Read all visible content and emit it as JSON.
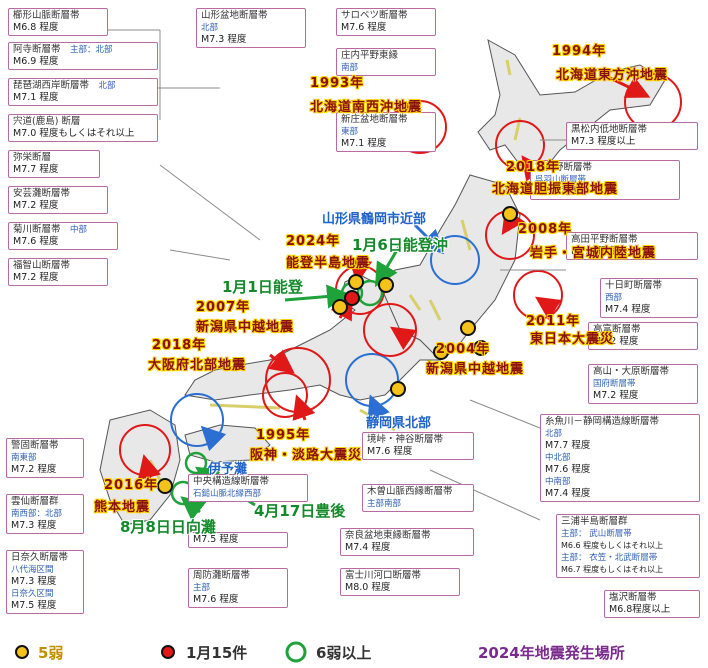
{
  "fault_boxes": [
    {
      "key": "b1",
      "name": "櫛形山脈断層帯",
      "mag": "M6.8 程度"
    },
    {
      "key": "b2",
      "name": "阿寺断層帯",
      "sub": "主部：北部",
      "mag": "M6.9 程度"
    },
    {
      "key": "b3",
      "name": "琵琶湖西岸断層帯",
      "sub": "北部",
      "mag": "M7.1 程度"
    },
    {
      "key": "b4",
      "name": "宍道(鹿島) 断層",
      "mag": "M7.0 程度もしくはそれ以上"
    },
    {
      "key": "b5",
      "name": "弥栄断層",
      "mag": "M7.7 程度"
    },
    {
      "key": "b6",
      "name": "安芸灘断層帯",
      "mag": "M7.2 程度"
    },
    {
      "key": "b7",
      "name": "菊川断層帯",
      "sub": "中部",
      "mag": "M7.6 程度"
    },
    {
      "key": "b8",
      "name": "福智山断層帯",
      "mag": "M7.2 程度"
    },
    {
      "key": "b9",
      "name": "山形盆地断層帯",
      "sub": "北部",
      "mag": "M7.3 程度"
    },
    {
      "key": "b10",
      "name": "サロベツ断層帯",
      "mag": "M7.6 程度"
    },
    {
      "key": "b11",
      "name": "庄内平野東縁",
      "sub": "南部",
      "mag": ""
    },
    {
      "key": "b12",
      "name": "新庄盆地断層帯",
      "sub": "東部",
      "mag": "M7.1 程度"
    },
    {
      "key": "b13",
      "name": "黒松内低地断層帯",
      "mag": "M7.3 程度以上"
    },
    {
      "key": "b14",
      "name": "富良野断層帯",
      "sub": "呉羽山断層帯",
      "mag": "M7.2 程度"
    },
    {
      "key": "b15",
      "name": "高田平野断層帯",
      "mag": "M7.2 程度"
    },
    {
      "key": "b16",
      "name": "十日町断層帯",
      "sub": "西部",
      "mag": "M7.4 程度"
    },
    {
      "key": "b17",
      "name": "高富断層帯",
      "mag": "M7.2 程度"
    },
    {
      "key": "b18",
      "name": "高山・大原断層帯",
      "sub": "国府断層帯",
      "mag": "M7.2 程度"
    },
    {
      "key": "b19",
      "name": "糸魚川－静岡構造線断層帯",
      "sub": "北部",
      "mag": "M7.7 程度",
      "sub2": "中北部",
      "mag2": "M7.6 程度",
      "sub3": "中南部",
      "mag3": "M7.4 程度"
    },
    {
      "key": "b20",
      "name": "三浦半島断層群",
      "sub": "主部： 武山断層帯",
      "mag": "M6.6 程度もしくはそれ以上",
      "sub2": "主部： 衣笠・北武断層帯",
      "mag2": "M6.7 程度もしくはそれ以上"
    },
    {
      "key": "b21",
      "name": "塩沢断層帯",
      "mag": "M6.8程度以上"
    },
    {
      "key": "b22",
      "name": "境峠・神谷断層帯",
      "mag": "M7.6 程度"
    },
    {
      "key": "b23",
      "name": "木曽山脈西縁断層帯",
      "sub": "主部南部",
      "mag": ""
    },
    {
      "key": "b24",
      "name": "奈良盆地東縁断層帯",
      "mag": "M7.4 程度"
    },
    {
      "key": "b25",
      "name": "富士川河口断層帯",
      "mag": "M8.0 程度"
    },
    {
      "key": "b26",
      "name": "警固断層帯",
      "sub": "南東部",
      "mag": "M7.2 程度"
    },
    {
      "key": "b27",
      "name": "雲仙断層群",
      "sub": "南西部：北部",
      "mag": "M7.3 程度"
    },
    {
      "key": "b28",
      "name": "日奈久断層帯",
      "sub": "八代海区間",
      "mag": "M7.3 程度",
      "sub2": "日奈久区間",
      "mag2": "M7.5 程度"
    },
    {
      "key": "b29",
      "name": "中央構造線断層帯",
      "sub": "石鎚山脈北縁西部",
      "mag": "M7.5 程度"
    },
    {
      "key": "b30",
      "name": "周防灘断層帯",
      "sub": "主部",
      "mag": "M7.6 程度"
    }
  ],
  "red_labels": {
    "r1994": "1994年",
    "r1994b": "北海道東方沖地震",
    "r1993": "1993年",
    "r1993b": "北海道南西沖地震",
    "r2018h": "2018年",
    "r2018hb": "北海道胆振東部地震",
    "r2008": "2008年",
    "r2008b": "岩手・宮城内陸地震",
    "r2011": "2011年",
    "r2011b": "東日本大震災",
    "r2024": "2024年",
    "r2024b": "能登半島地震",
    "r2007": "2007年",
    "r2007b": "新潟県中越地震",
    "r2004": "2004年",
    "r2004b": "新潟県中越地震",
    "r2018o": "2018年",
    "r2018ob": "大阪府北部地震",
    "r1995": "1995年",
    "r1995b": "阪神・淡路大震災",
    "r2016": "2016年",
    "r2016b": "熊本地震"
  },
  "green_labels": {
    "noto_jan1": "1月1日能登",
    "noto_jan6": "1月6日能登沖",
    "bungo": "4月17日豊後",
    "hyuga": "8月8日日向灘"
  },
  "blue_labels": {
    "yamagata": "山形県鶴岡市近部",
    "shizuoka": "静岡県北部",
    "iyo": "伊予灘"
  },
  "legend": {
    "weak5": "5弱",
    "jan15": "1月15件",
    "strong6": "6弱以上",
    "title": "2024年地震発生場所"
  },
  "colors": {
    "land": "#e8e8e8",
    "coast": "#555555",
    "red": "#e01818",
    "blue": "#2a6fd1",
    "green": "#1fa23a",
    "yellow": "#f4c21a",
    "fault": "#d8cf6a",
    "box_border": "#b86aa5",
    "title": "#7a2a8c"
  }
}
